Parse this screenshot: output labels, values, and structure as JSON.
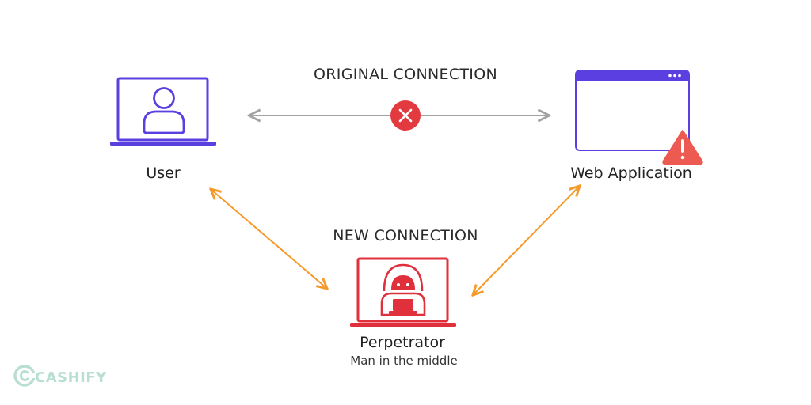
{
  "headings": {
    "original_connection": "ORIGINAL CONNECTION",
    "new_connection": "NEW CONNECTION"
  },
  "nodes": {
    "user": {
      "label": "User",
      "icon": "user-laptop-icon"
    },
    "web_app": {
      "label": "Web Application",
      "icon": "browser-window-icon",
      "badge_icon": "warning-triangle-icon"
    },
    "perpetrator": {
      "label": "Perpetrator",
      "sublabel": "Man in the middle",
      "icon": "hacker-laptop-icon"
    }
  },
  "original_connection_status_icon": "blocked-x-icon",
  "watermark": {
    "text": "CASHIFY",
    "icon": "cashify-logo-icon"
  },
  "colors": {
    "user_accent": "#5b3fe0",
    "perpetrator_accent": "#e0303b",
    "new_connection_arrow": "#f59a2a",
    "original_connection_arrow": "#a3a3a3",
    "warning": "#ec5a52",
    "watermark": "#b9ded3"
  }
}
